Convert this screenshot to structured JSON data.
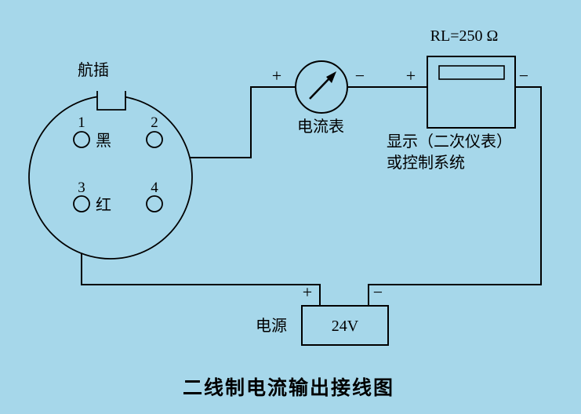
{
  "colors": {
    "background": "#a6d7ea",
    "line": "#000000"
  },
  "title": "二线制电流输出接线图",
  "connector": {
    "label": "航插",
    "pins": [
      {
        "num": "1",
        "tag": "黑"
      },
      {
        "num": "2",
        "tag": ""
      },
      {
        "num": "3",
        "tag": "红"
      },
      {
        "num": "4",
        "tag": ""
      }
    ]
  },
  "ammeter": {
    "label": "电流表"
  },
  "display_unit": {
    "rl": "RL=250 Ω",
    "caption_line1": "显示（二次仪表）",
    "caption_line2": "或控制系统"
  },
  "power": {
    "label": "电源",
    "value": "24V"
  },
  "terminals": {
    "ammeter_plus": "+",
    "ammeter_minus": "−",
    "display_plus": "+",
    "display_minus": "−",
    "power_plus": "+",
    "power_minus": "−"
  }
}
